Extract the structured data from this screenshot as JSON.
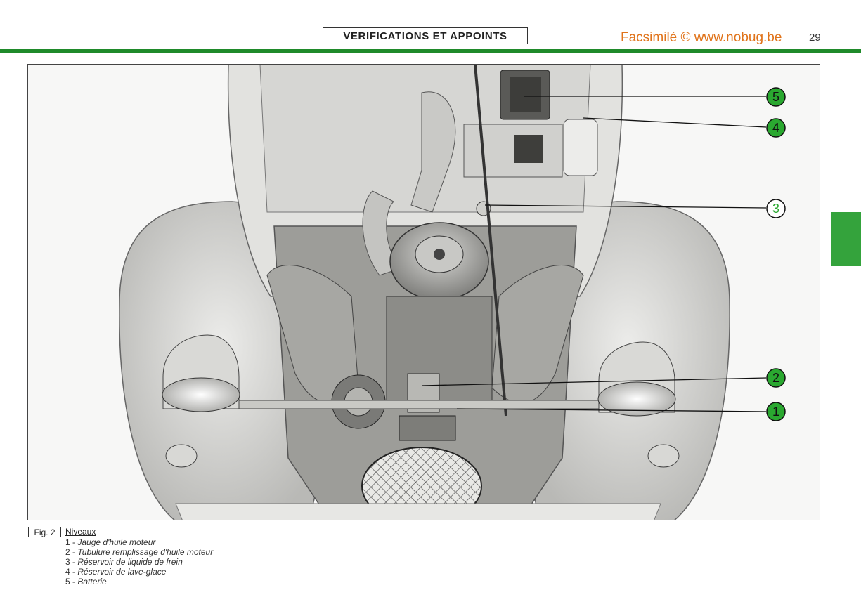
{
  "header": {
    "title": "VERIFICATIONS ET APPOINTS",
    "facsimile": "Facsimilé © www.nobug.be",
    "page_number": "29"
  },
  "figure": {
    "callouts": [
      {
        "number": "5",
        "style": "filled"
      },
      {
        "number": "4",
        "style": "filled"
      },
      {
        "number": "3",
        "style": "outline"
      },
      {
        "number": "2",
        "style": "filled"
      },
      {
        "number": "1",
        "style": "filled"
      }
    ]
  },
  "caption": {
    "fig_label": "Fig. 2",
    "title": "Niveaux",
    "items": [
      {
        "num": "1 -",
        "text": "Jauge d'huile moteur"
      },
      {
        "num": "2 -",
        "text": "Tubulure remplissage d'huile moteur"
      },
      {
        "num": "3 -",
        "text": "Réservoir de liquide de frein"
      },
      {
        "num": "4 -",
        "text": "Réservoir de lave-glace"
      },
      {
        "num": "5 -",
        "text": "Batterie"
      }
    ]
  },
  "colors": {
    "accent_green": "#1f8a2a",
    "callout_green": "#2aa830",
    "facsimile_orange": "#e0731a"
  }
}
